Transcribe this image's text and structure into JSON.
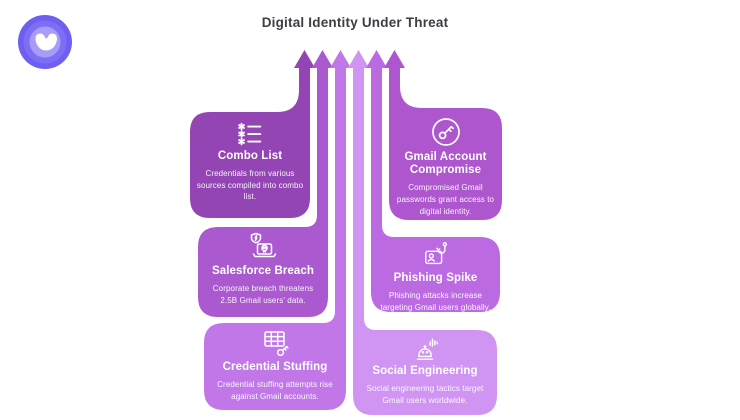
{
  "title": "Digital Identity Under Threat",
  "brand": {
    "logo": "w-crown-logo"
  },
  "diagram": {
    "type": "converging-arrows-infographic",
    "arrow_direction": "up",
    "cards": [
      {
        "id": "combo-list",
        "column": "left",
        "row": 1,
        "title": "Combo List",
        "description": "Credentials from various sources compiled into combo list.",
        "icon": "asterisk-list-icon",
        "color": "#9345b3"
      },
      {
        "id": "gmail-account-compromise",
        "column": "right",
        "row": 1,
        "title": "Gmail Account Compromise",
        "description": "Compromised Gmail passwords grant access to digital identity.",
        "icon": "key-circle-icon",
        "color": "#ad56cd"
      },
      {
        "id": "salesforce-breach",
        "column": "left",
        "row": 2,
        "title": "Salesforce Breach",
        "description": "Corporate breach threatens 2.5B Gmail users' data.",
        "icon": "laptop-skull-shield-icon",
        "color": "#aa5ace"
      },
      {
        "id": "phishing-spike",
        "column": "right",
        "row": 2,
        "title": "Phishing Spike",
        "description": "Phishing attacks increase targeting Gmail users globally.",
        "icon": "id-card-fishhook-icon",
        "color": "#bc6ae2"
      },
      {
        "id": "credential-stuffing",
        "column": "left",
        "row": 3,
        "title": "Credential Stuffing",
        "description": "Credential stuffing attempts rise against Gmail accounts.",
        "icon": "table-key-icon",
        "color": "#c177e8"
      },
      {
        "id": "social-engineering",
        "column": "right",
        "row": 3,
        "title": "Social Engineering",
        "description": "Social engineering tactics target Gmail users worldwide.",
        "icon": "voice-robot-icon",
        "color": "#d095f2"
      }
    ]
  }
}
